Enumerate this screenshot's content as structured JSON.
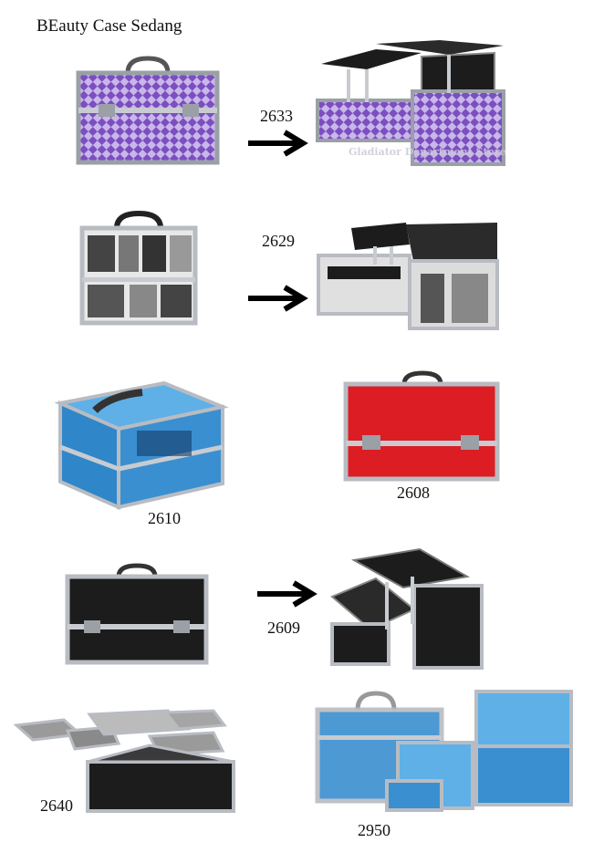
{
  "page": {
    "title": "BEauty Case Sedang"
  },
  "watermark": "Gladiator Department Store",
  "products": [
    {
      "code": "2633"
    },
    {
      "code": "2629"
    },
    {
      "code": "2610"
    },
    {
      "code": "2608"
    },
    {
      "code": "2609"
    },
    {
      "code": "2640"
    },
    {
      "code": "2950"
    }
  ],
  "colors": {
    "purple": "#8a5ec8",
    "purple_light": "#c9b6ea",
    "aluminium": "#c8cbd0",
    "aluminium_dark": "#8e9298",
    "blue_acrylic": "#3a8fd0",
    "red": "#dc1d24",
    "black": "#1c1c1c"
  }
}
